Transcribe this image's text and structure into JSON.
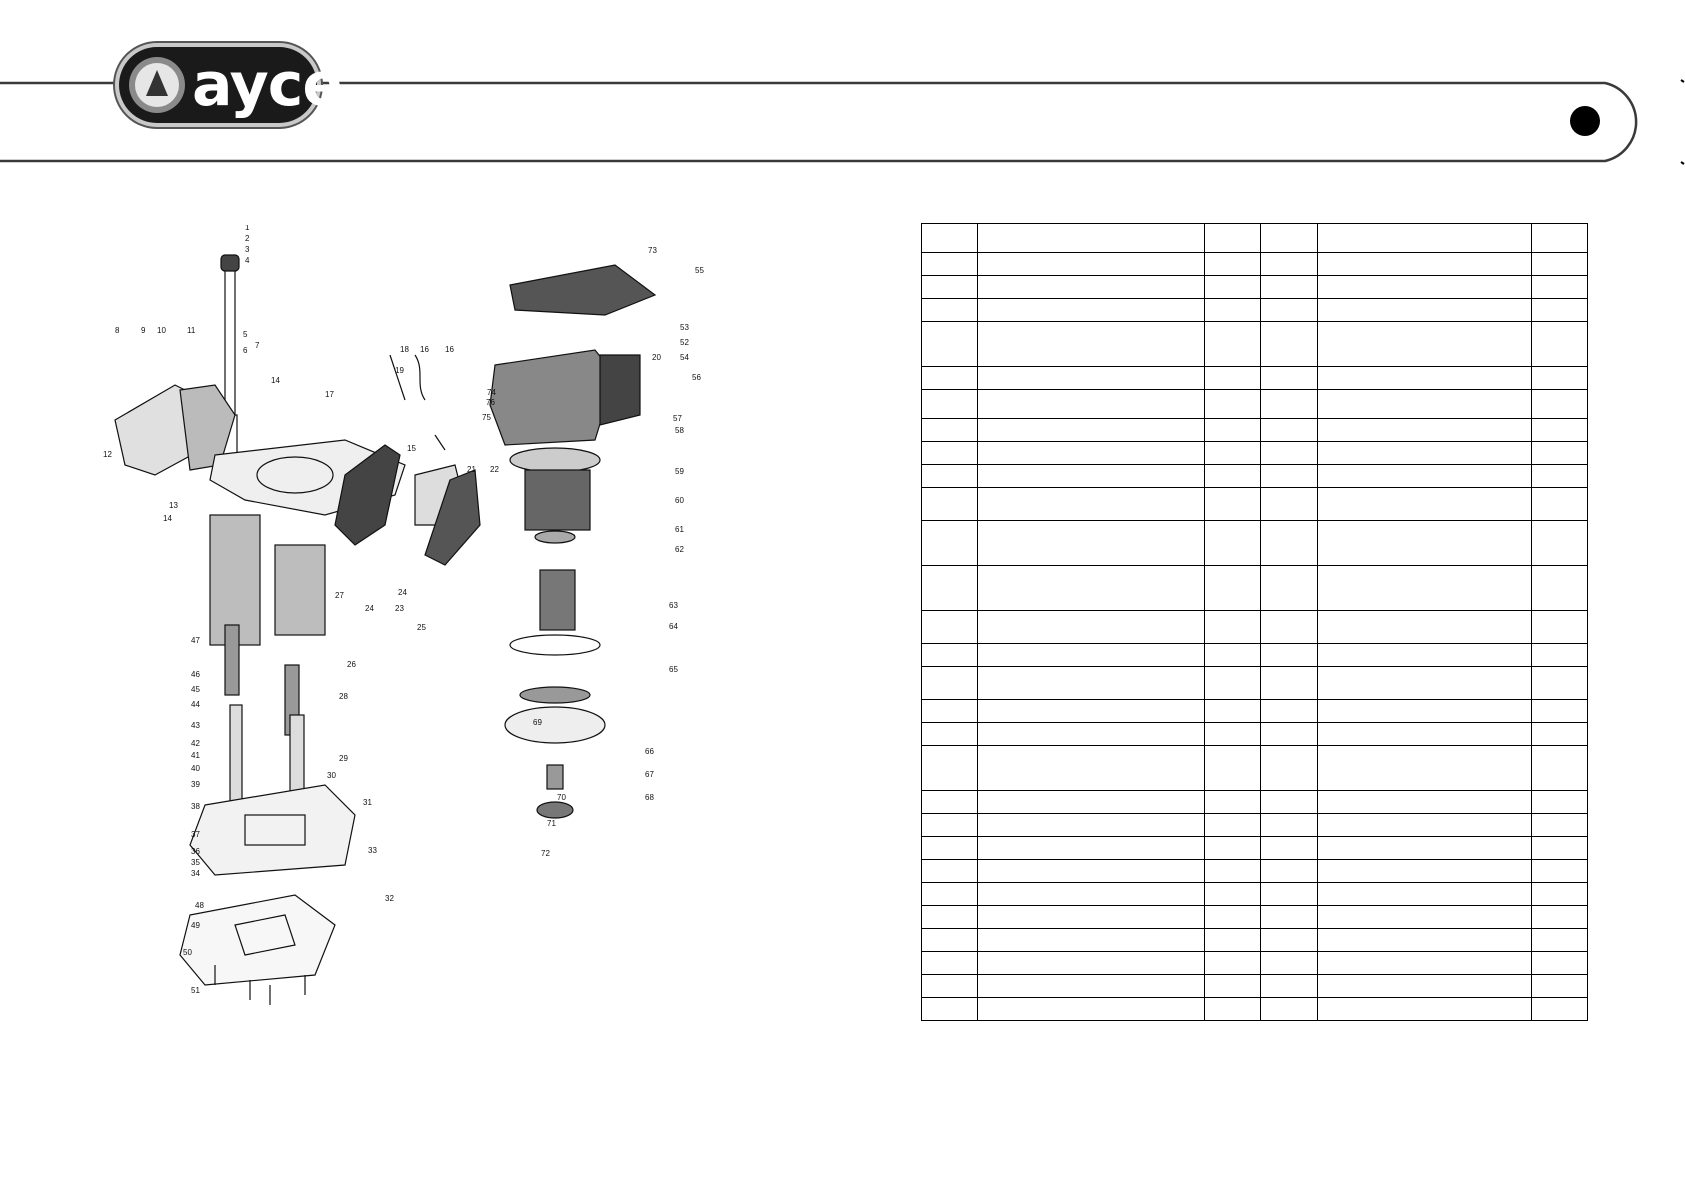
{
  "header": {
    "brand_name": "ayce",
    "accent_color": "#3a3a3a",
    "logo_icon": "triangle-emblem-icon"
  },
  "diagram": {
    "callouts": [
      "1",
      "2",
      "3",
      "4",
      "5",
      "6",
      "7",
      "8",
      "9",
      "10",
      "11",
      "12",
      "13",
      "14",
      "14",
      "15",
      "16",
      "16",
      "17",
      "18",
      "19",
      "20",
      "21",
      "22",
      "23",
      "24",
      "24",
      "25",
      "26",
      "27",
      "28",
      "29",
      "30",
      "31",
      "32",
      "33",
      "34",
      "35",
      "36",
      "37",
      "38",
      "39",
      "40",
      "41",
      "42",
      "43",
      "44",
      "45",
      "46",
      "47",
      "48",
      "49",
      "50",
      "51",
      "52",
      "53",
      "54",
      "55",
      "56",
      "57",
      "58",
      "59",
      "60",
      "61",
      "62",
      "63",
      "64",
      "65",
      "66",
      "67",
      "68",
      "69",
      "70",
      "71",
      "72",
      "73",
      "74",
      "75",
      "76"
    ]
  },
  "table": {
    "rows": [
      [
        "",
        "",
        "",
        "",
        "",
        ""
      ],
      [
        "",
        "",
        "",
        "",
        "",
        ""
      ],
      [
        "",
        "",
        "",
        "",
        "",
        ""
      ],
      [
        "",
        "",
        "",
        "",
        "",
        ""
      ],
      [
        "",
        "",
        "",
        "",
        "",
        ""
      ],
      [
        "",
        "",
        "",
        "",
        "",
        ""
      ],
      [
        "",
        "",
        "",
        "",
        "",
        ""
      ],
      [
        "",
        "",
        "",
        "",
        "",
        ""
      ],
      [
        "",
        "",
        "",
        "",
        "",
        ""
      ],
      [
        "",
        "",
        "",
        "",
        "",
        ""
      ],
      [
        "",
        "",
        "",
        "",
        "",
        ""
      ],
      [
        "",
        "",
        "",
        "",
        "",
        ""
      ],
      [
        "",
        "",
        "",
        "",
        "",
        ""
      ],
      [
        "",
        "",
        "",
        "",
        "",
        ""
      ],
      [
        "",
        "",
        "",
        "",
        "",
        ""
      ],
      [
        "",
        "",
        "",
        "",
        "",
        ""
      ],
      [
        "",
        "",
        "",
        "",
        "",
        ""
      ],
      [
        "",
        "",
        "",
        "",
        "",
        ""
      ],
      [
        "",
        "",
        "",
        "",
        "",
        ""
      ],
      [
        "",
        "",
        "",
        "",
        "",
        ""
      ],
      [
        "",
        "",
        "",
        "",
        "",
        ""
      ],
      [
        "",
        "",
        "",
        "",
        "",
        ""
      ],
      [
        "",
        "",
        "",
        "",
        "",
        ""
      ],
      [
        "",
        "",
        "",
        "",
        "",
        ""
      ],
      [
        "",
        "",
        "",
        "",
        "",
        ""
      ],
      [
        "",
        "",
        "",
        "",
        "",
        ""
      ],
      [
        "",
        "",
        "",
        "",
        "",
        ""
      ],
      [
        "",
        "",
        "",
        "",
        "",
        ""
      ],
      [
        "",
        "",
        "",
        "",
        "",
        ""
      ],
      [
        "",
        "",
        "",
        "",
        "",
        ""
      ],
      [
        "",
        "",
        "",
        "",
        "",
        ""
      ],
      [
        "",
        "",
        "",
        "",
        "",
        ""
      ],
      [
        "",
        "",
        "",
        "",
        "",
        ""
      ],
      [
        "",
        "",
        "",
        "",
        "",
        ""
      ],
      [
        "",
        "",
        "",
        "",
        "",
        ""
      ],
      [
        "",
        "",
        "",
        "",
        "",
        ""
      ]
    ]
  }
}
